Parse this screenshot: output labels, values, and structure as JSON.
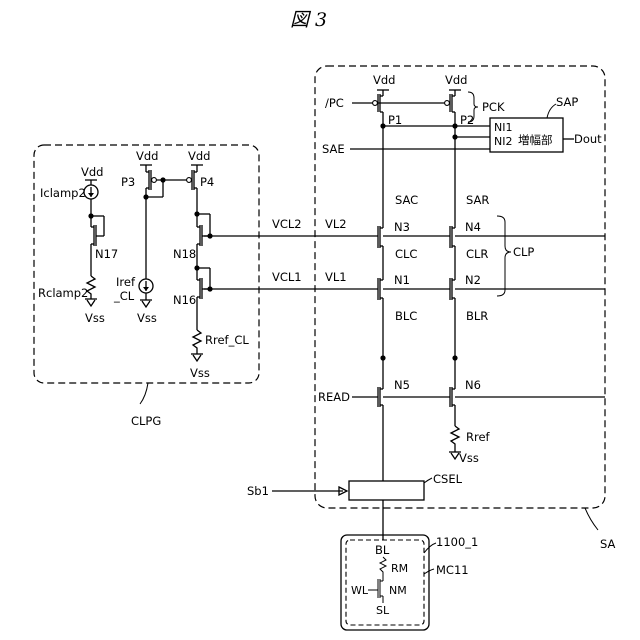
{
  "figure_title": "図 3",
  "labels": {
    "vdd": "Vdd",
    "vss": "Vss",
    "pc_bar": "/PC",
    "p1": "P1",
    "p2": "P2",
    "pck": "PCK",
    "sap": "SAP",
    "ni1": "NI1",
    "ni2": "NI2",
    "amp": "増幅部",
    "dout": "Dout",
    "sae": "SAE",
    "sac": "SAC",
    "sar": "SAR",
    "n3": "N3",
    "n4": "N4",
    "clc": "CLC",
    "clr": "CLR",
    "clp": "CLP",
    "n1": "N1",
    "n2": "N2",
    "blc": "BLC",
    "blr": "BLR",
    "read": "READ",
    "n5": "N5",
    "n6": "N6",
    "rref": "Rref",
    "sb1": "Sb1",
    "csel": "CSEL",
    "sa": "SA",
    "cell_block": "1100_1",
    "mc11": "MC11",
    "bl": "BL",
    "rm": "RM",
    "wl": "WL",
    "nm": "NM",
    "sl": "SL",
    "vcl2": "VCL2",
    "vl2": "VL2",
    "vcl1": "VCL1",
    "vl1": "VL1",
    "iclamp2": "Iclamp2",
    "p3": "P3",
    "p4": "P4",
    "n17": "N17",
    "n18": "N18",
    "rclamp2": "Rclamp2",
    "iref_cl_1": "Iref",
    "iref_cl_2": "_CL",
    "n16": "N16",
    "rref_cl": "Rref_CL",
    "clpg": "CLPG"
  }
}
